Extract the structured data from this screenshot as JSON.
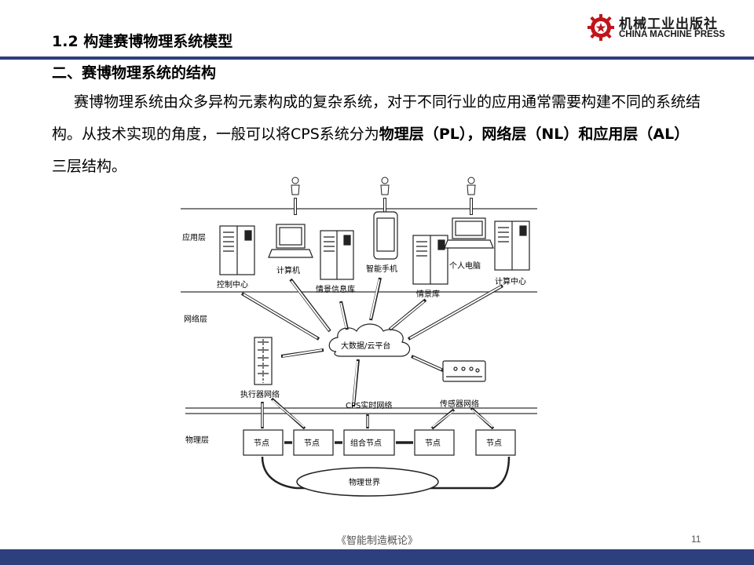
{
  "header": {
    "title": "1.2 构建赛博物理系统模型",
    "logo_cn": "机械工业出版社",
    "logo_en": "CHINA MACHINE PRESS"
  },
  "content": {
    "subheading": "二、赛博物理系统的结构",
    "paragraph_parts": [
      "赛博物理系统由众多异构元素构成的复杂系统，对于不同行业的应用通常需要构建不同的系统结构。从技术实现的角度，一般可以将CPS系统分为",
      "物理层",
      "（PL），",
      "网络层",
      "（NL）和",
      "应用层",
      "（AL）",
      "三层结构。"
    ]
  },
  "figure": {
    "layers": {
      "app": "应用层",
      "net": "网络层",
      "phys": "物理层"
    },
    "labels": {
      "control_center": "控制中心",
      "computer": "计算机",
      "scene_db": "情景信息库",
      "smartphone": "智能手机",
      "scene_lib": "情景库",
      "pc": "个人电脑",
      "compute_center": "计算中心",
      "cloud": "大数据/云平台",
      "actuator_net": "执行器网络",
      "cps_net": "CPS实时网络",
      "sensor_net": "传感器网络",
      "node1": "节点",
      "node2": "节点",
      "combo_node": "组合节点",
      "node3": "节点",
      "node4": "节点",
      "physical_world": "物理世界"
    }
  },
  "footer": {
    "book": "《智能制造概论》",
    "page": "11"
  },
  "colors": {
    "brand_blue": "#2e3f7e",
    "logo_red": "#c0151b"
  }
}
